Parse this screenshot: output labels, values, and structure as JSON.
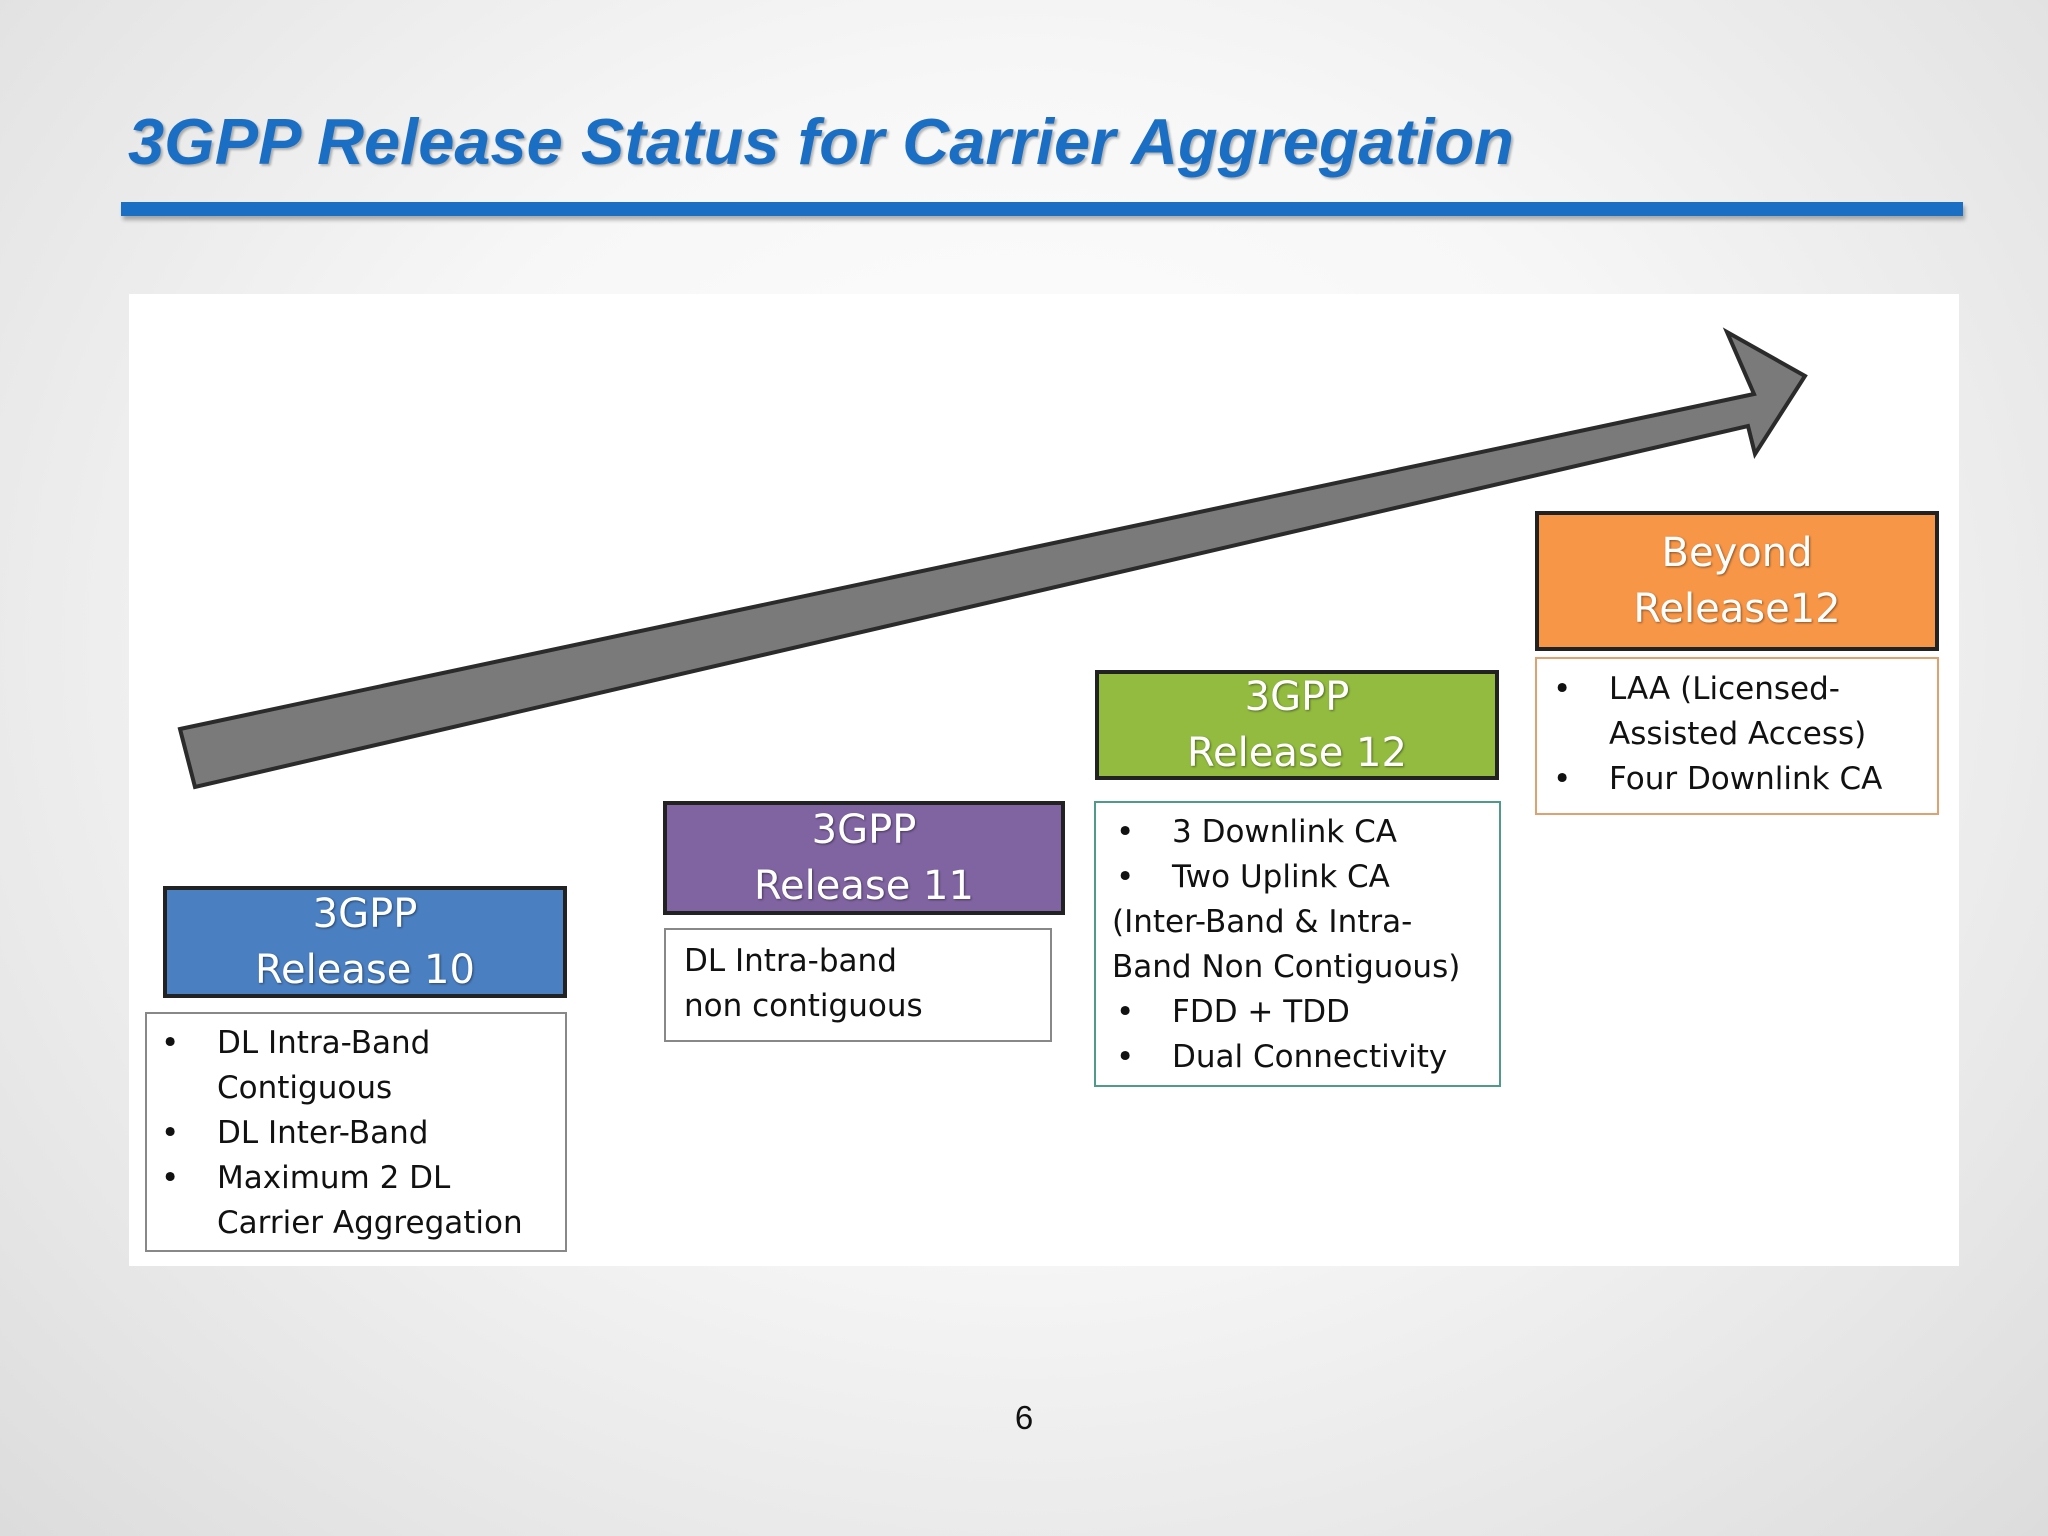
{
  "slide": {
    "title": "3GPP Release Status for Carrier Aggregation",
    "page_number": "6"
  },
  "colors": {
    "title": "#1a6fc4",
    "rule": "#1a6fc4",
    "arrow": "#7a7a7a",
    "release10": "#4a7fc1",
    "release11": "#8064a2",
    "release12": "#93bb3f",
    "beyond": "#f79646"
  },
  "releases": [
    {
      "header_line1": "3GPP",
      "header_line2": "Release 10",
      "items": [
        "DL Intra-Band Contiguous",
        "DL Inter-Band",
        "Maximum 2 DL Carrier Aggregation"
      ]
    },
    {
      "header_line1": "3GPP",
      "header_line2": "Release 11",
      "text_line1": "DL Intra-band",
      "text_line2": "non contiguous"
    },
    {
      "header_line1": "3GPP",
      "header_line2": "Release 12",
      "items": [
        "3 Downlink CA",
        "Two Uplink CA"
      ],
      "note": "(Inter-Band & Intra-Band Non Contiguous)",
      "items_after": [
        "FDD + TDD",
        "Dual Connectivity"
      ]
    },
    {
      "header_line1": "Beyond",
      "header_line2": "Release12",
      "items": [
        "LAA (Licensed-Assisted Access)",
        "Four Downlink CA"
      ]
    }
  ]
}
